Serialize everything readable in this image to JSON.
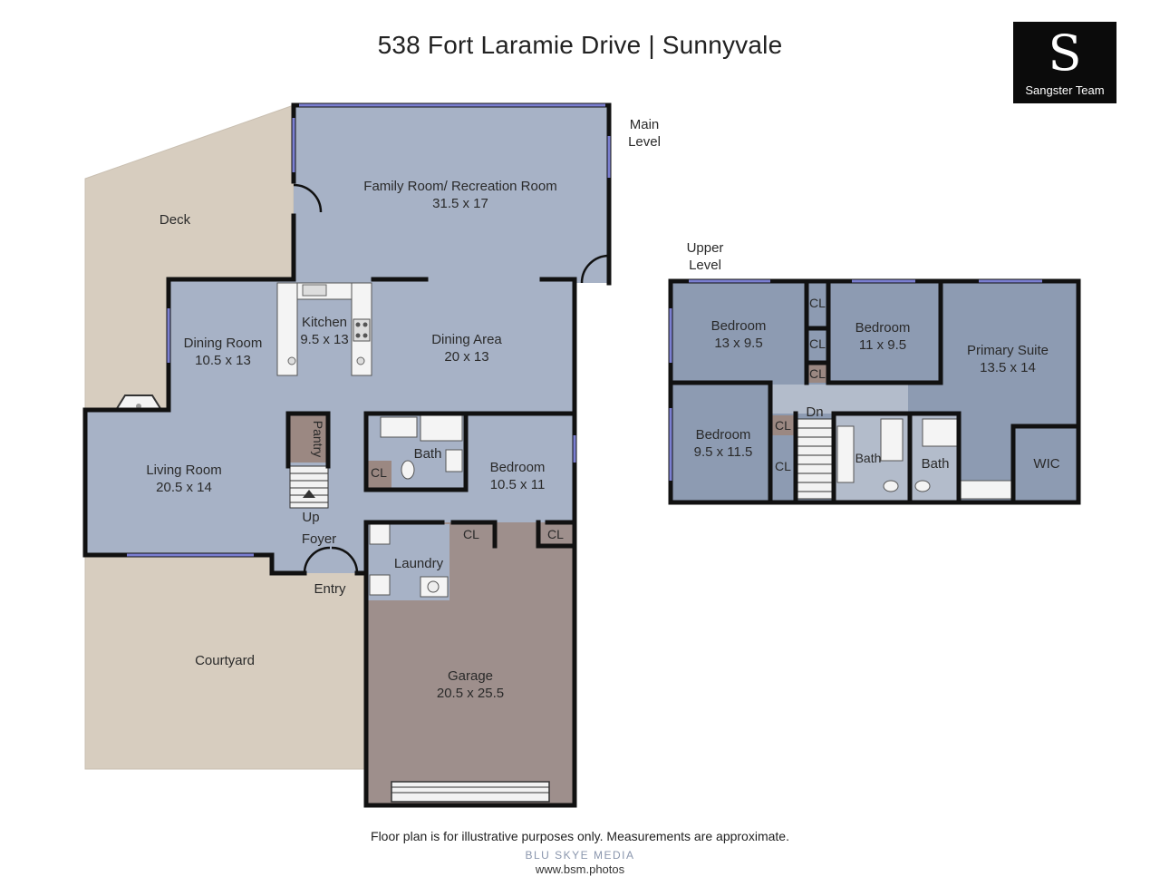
{
  "title": "538 Fort Laramie Drive | Sunnyvale",
  "logo": {
    "letter": "S",
    "name": "Sangster Team"
  },
  "levels": {
    "main": [
      "Main",
      "Level"
    ],
    "upper": [
      "Upper",
      "Level"
    ]
  },
  "rooms": {
    "deck": {
      "name": "Deck"
    },
    "family": {
      "name": "Family Room/ Recreation Room",
      "dims": "31.5 x 17"
    },
    "kitchen": {
      "name": "Kitchen",
      "dims": "9.5 x 13"
    },
    "dining_room": {
      "name": "Dining Room",
      "dims": "10.5 x 13"
    },
    "dining_area": {
      "name": "Dining Area",
      "dims": "20 x 13"
    },
    "living": {
      "name": "Living Room",
      "dims": "20.5 x 14"
    },
    "pantry": {
      "name": "Pantry"
    },
    "bath_main": {
      "name": "Bath"
    },
    "cl_bath": {
      "name": "CL"
    },
    "bedroom_main": {
      "name": "Bedroom",
      "dims": "10.5 x 11"
    },
    "cl_bed_a": {
      "name": "CL"
    },
    "cl_bed_b": {
      "name": "CL"
    },
    "up": {
      "name": "Up"
    },
    "foyer": {
      "name": "Foyer"
    },
    "laundry": {
      "name": "Laundry"
    },
    "entry": {
      "name": "Entry"
    },
    "courtyard": {
      "name": "Courtyard"
    },
    "garage": {
      "name": "Garage",
      "dims": "20.5 x 25.5"
    },
    "u_bed1": {
      "name": "Bedroom",
      "dims": "13 x 9.5"
    },
    "u_bed2": {
      "name": "Bedroom",
      "dims": "11 x 9.5"
    },
    "u_bed3": {
      "name": "Bedroom",
      "dims": "9.5 x 11.5"
    },
    "u_primary": {
      "name": "Primary Suite",
      "dims": "13.5 x 14"
    },
    "u_cl1": {
      "name": "CL"
    },
    "u_cl2": {
      "name": "CL"
    },
    "u_cl3": {
      "name": "CL"
    },
    "u_cl4": {
      "name": "CL"
    },
    "u_cl5": {
      "name": "CL"
    },
    "u_dn": {
      "name": "Dn"
    },
    "u_bath1": {
      "name": "Bath"
    },
    "u_bath2": {
      "name": "Bath"
    },
    "u_wic": {
      "name": "WIC"
    }
  },
  "footer": {
    "disclaimer": "Floor plan is for illustrative purposes only. Measurements are approximate.",
    "brand": "BLU SKYE MEDIA",
    "url": "www.bsm.photos"
  },
  "colors": {
    "room": "#a7b2c6",
    "upper_room": "#8d9bb2",
    "garage": "#9e8f8c",
    "outdoor": "#d7cdbf",
    "closet": "#9b8882",
    "wall": "#111111",
    "window": "#7b7fd1"
  }
}
